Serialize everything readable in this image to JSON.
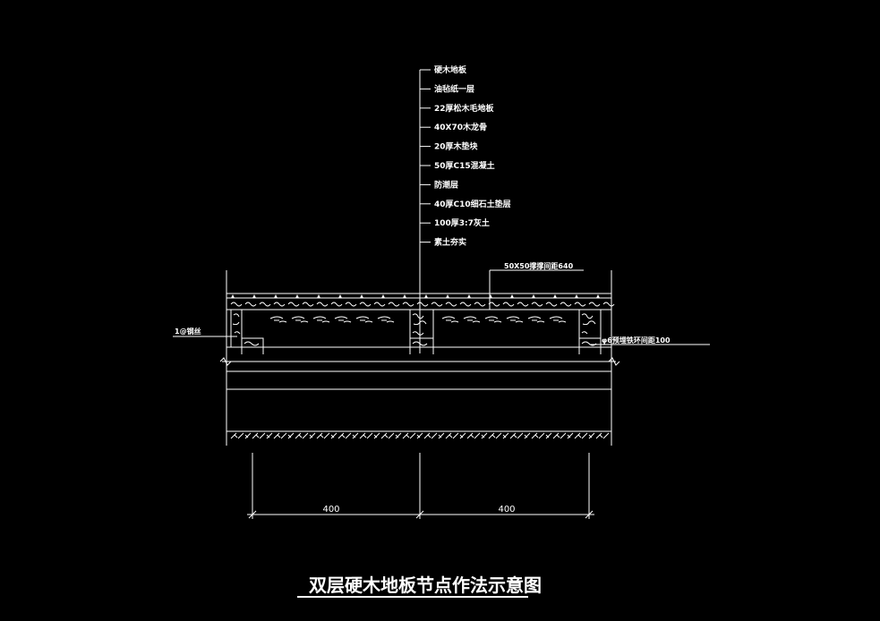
{
  "drawing": {
    "layers": [
      "硬木地板",
      "油毡纸一层",
      "22厚松木毛地板",
      "40X70木龙骨",
      "20厚木垫块",
      "50厚C15混凝土",
      "防潮层",
      "40厚C10细石土垫层",
      "100厚3:7灰土",
      "素土夯实"
    ],
    "joist_note": "50X50撑撑间距640",
    "left_note": "1@钢丝",
    "right_note": "φ6预埋铁环间距100",
    "dimensions": [
      "400",
      "400"
    ],
    "title": "双层硬木地板节点作法示意图"
  }
}
